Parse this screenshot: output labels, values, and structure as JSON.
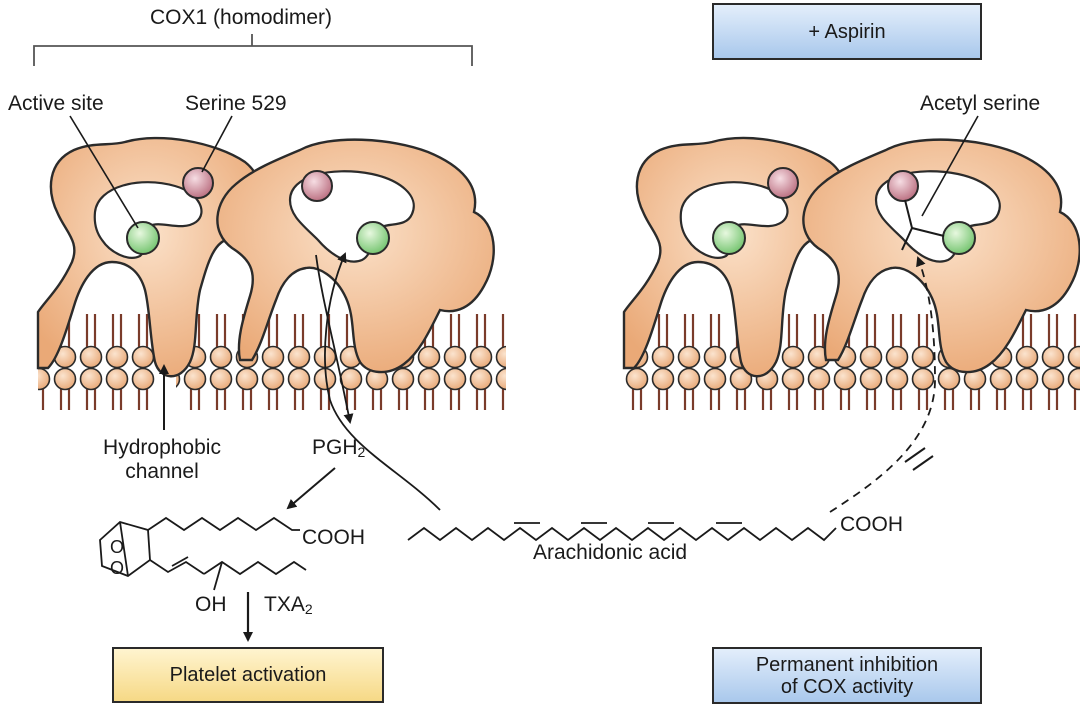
{
  "labels": {
    "cox1": "COX1 (homodimer)",
    "active_site": "Active site",
    "serine_529": "Serine 529",
    "acetyl_serine": "Acetyl serine",
    "hydrophobic_channel_line1": "Hydrophobic",
    "hydrophobic_channel_line2": "channel",
    "pgh_base": "PGH",
    "pgh_sub": "2",
    "cooh_left": "COOH",
    "cooh_right": "COOH",
    "oh": "OH",
    "txa_base": "TXA",
    "txa_sub": "2",
    "arachidonic_acid": "Arachidonic acid"
  },
  "boxes": {
    "aspirin": "+ Aspirin",
    "platelet_activation": "Platelet activation",
    "permanent_inhibition_line1": "Permanent inhibition",
    "permanent_inhibition_line2": "of COX activity"
  },
  "colors": {
    "protein": "#f0b98c",
    "protein_outline": "#2b2b2b",
    "active_site": "#8fd68a",
    "serine": "#c9808f",
    "lipid_head": "#f2bf94",
    "lipid_tail": "#7a3b2a",
    "blue_box": "#b9d3f0",
    "yellow_box": "#f8df95"
  }
}
